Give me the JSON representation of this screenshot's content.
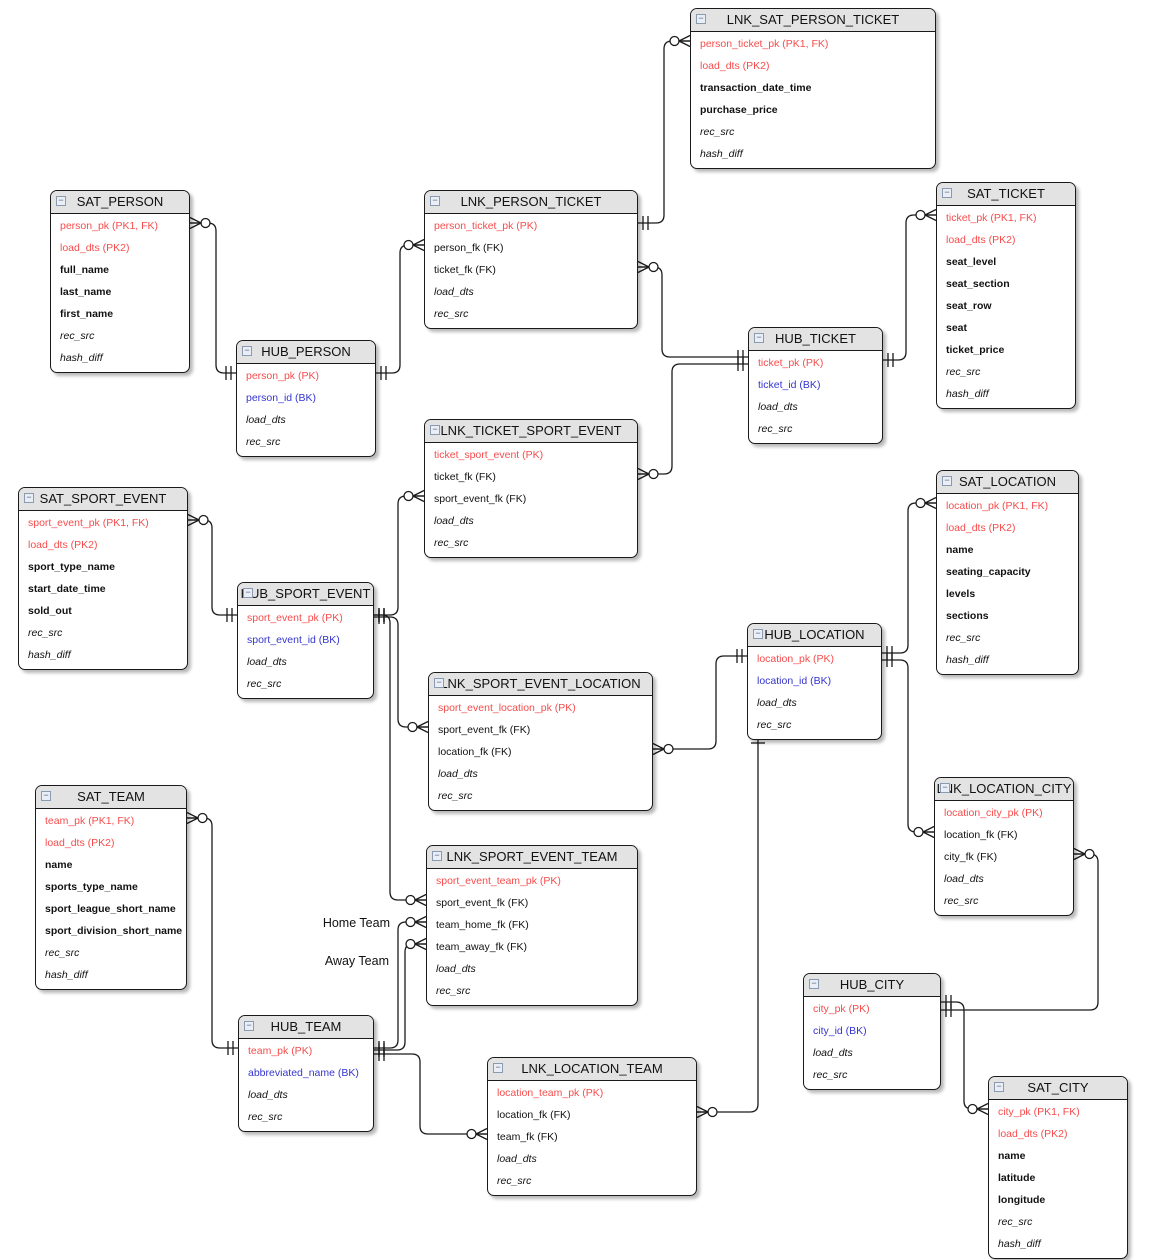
{
  "colors": {
    "pk_text": "#f74c4c",
    "bk_text": "#3535cf",
    "field_text": "#111111",
    "title_bar_bg": "#e3e3e3",
    "line": "#1a1a1a",
    "entity_bg": "#ffffff"
  },
  "icons": {
    "collapse": "−"
  },
  "relationship_labels": {
    "home_team": "Home Team",
    "away_team": "Away Team"
  },
  "entities": [
    {
      "name": "LNK_SAT_PERSON_TICKET",
      "fields": [
        {
          "text": "person_ticket_pk (PK1, FK)",
          "style": "pk"
        },
        {
          "text": "load_dts (PK2)",
          "style": "pk"
        },
        {
          "text": "transaction_date_time",
          "style": "bold"
        },
        {
          "text": "purchase_price",
          "style": "bold"
        },
        {
          "text": "rec_src",
          "style": "italic"
        },
        {
          "text": "hash_diff",
          "style": "italic"
        }
      ]
    },
    {
      "name": "SAT_PERSON",
      "fields": [
        {
          "text": "person_pk (PK1, FK)",
          "style": "pk"
        },
        {
          "text": "load_dts (PK2)",
          "style": "pk"
        },
        {
          "text": "full_name",
          "style": "bold"
        },
        {
          "text": "last_name",
          "style": "bold"
        },
        {
          "text": "first_name",
          "style": "bold"
        },
        {
          "text": "rec_src",
          "style": "italic"
        },
        {
          "text": "hash_diff",
          "style": "italic"
        }
      ]
    },
    {
      "name": "LNK_PERSON_TICKET",
      "fields": [
        {
          "text": "person_ticket_pk (PK)",
          "style": "pk"
        },
        {
          "text": "person_fk (FK)",
          "style": "plain"
        },
        {
          "text": "ticket_fk (FK)",
          "style": "plain"
        },
        {
          "text": "load_dts",
          "style": "italic"
        },
        {
          "text": "rec_src",
          "style": "italic"
        }
      ]
    },
    {
      "name": "SAT_TICKET",
      "fields": [
        {
          "text": "ticket_pk (PK1, FK)",
          "style": "pk"
        },
        {
          "text": "load_dts (PK2)",
          "style": "pk"
        },
        {
          "text": "seat_level",
          "style": "bold"
        },
        {
          "text": "seat_section",
          "style": "bold"
        },
        {
          "text": "seat_row",
          "style": "bold"
        },
        {
          "text": "seat",
          "style": "bold"
        },
        {
          "text": "ticket_price",
          "style": "bold"
        },
        {
          "text": "rec_src",
          "style": "italic"
        },
        {
          "text": "hash_diff",
          "style": "italic"
        }
      ]
    },
    {
      "name": "HUB_PERSON",
      "fields": [
        {
          "text": "person_pk (PK)",
          "style": "pk"
        },
        {
          "text": "person_id (BK)",
          "style": "bk"
        },
        {
          "text": "load_dts",
          "style": "italic"
        },
        {
          "text": "rec_src",
          "style": "italic"
        }
      ]
    },
    {
      "name": "HUB_TICKET",
      "fields": [
        {
          "text": "ticket_pk (PK)",
          "style": "pk"
        },
        {
          "text": "ticket_id (BK)",
          "style": "bk"
        },
        {
          "text": "load_dts",
          "style": "italic"
        },
        {
          "text": "rec_src",
          "style": "italic"
        }
      ]
    },
    {
      "name": "LNK_TICKET_SPORT_EVENT",
      "fields": [
        {
          "text": "ticket_sport_event (PK)",
          "style": "pk"
        },
        {
          "text": "ticket_fk (FK)",
          "style": "plain"
        },
        {
          "text": "sport_event_fk (FK)",
          "style": "plain"
        },
        {
          "text": "load_dts",
          "style": "italic"
        },
        {
          "text": "rec_src",
          "style": "italic"
        }
      ]
    },
    {
      "name": "SAT_SPORT_EVENT",
      "fields": [
        {
          "text": "sport_event_pk (PK1, FK)",
          "style": "pk"
        },
        {
          "text": "load_dts (PK2)",
          "style": "pk"
        },
        {
          "text": "sport_type_name",
          "style": "bold"
        },
        {
          "text": "start_date_time",
          "style": "bold"
        },
        {
          "text": "sold_out",
          "style": "bold"
        },
        {
          "text": "rec_src",
          "style": "italic"
        },
        {
          "text": "hash_diff",
          "style": "italic"
        }
      ]
    },
    {
      "name": "HUB_SPORT_EVENT",
      "fields": [
        {
          "text": "sport_event_pk (PK)",
          "style": "pk"
        },
        {
          "text": "sport_event_id (BK)",
          "style": "bk"
        },
        {
          "text": "load_dts",
          "style": "italic"
        },
        {
          "text": "rec_src",
          "style": "italic"
        }
      ]
    },
    {
      "name": "SAT_LOCATION",
      "fields": [
        {
          "text": "location_pk (PK1, FK)",
          "style": "pk"
        },
        {
          "text": "load_dts (PK2)",
          "style": "pk"
        },
        {
          "text": "name",
          "style": "bold"
        },
        {
          "text": "seating_capacity",
          "style": "bold"
        },
        {
          "text": "levels",
          "style": "bold"
        },
        {
          "text": "sections",
          "style": "bold"
        },
        {
          "text": "rec_src",
          "style": "italic"
        },
        {
          "text": "hash_diff",
          "style": "italic"
        }
      ]
    },
    {
      "name": "HUB_LOCATION",
      "fields": [
        {
          "text": "location_pk (PK)",
          "style": "pk"
        },
        {
          "text": "location_id (BK)",
          "style": "bk"
        },
        {
          "text": "load_dts",
          "style": "italic"
        },
        {
          "text": "rec_src",
          "style": "italic"
        }
      ]
    },
    {
      "name": "LNK_SPORT_EVENT_LOCATION",
      "fields": [
        {
          "text": "sport_event_location_pk (PK)",
          "style": "pk"
        },
        {
          "text": "sport_event_fk (FK)",
          "style": "plain"
        },
        {
          "text": "location_fk (FK)",
          "style": "plain"
        },
        {
          "text": "load_dts",
          "style": "italic"
        },
        {
          "text": "rec_src",
          "style": "italic"
        }
      ]
    },
    {
      "name": "SAT_TEAM",
      "fields": [
        {
          "text": "team_pk (PK1, FK)",
          "style": "pk"
        },
        {
          "text": "load_dts (PK2)",
          "style": "pk"
        },
        {
          "text": "name",
          "style": "bold"
        },
        {
          "text": "sports_type_name",
          "style": "bold"
        },
        {
          "text": "sport_league_short_name",
          "style": "bold"
        },
        {
          "text": "sport_division_short_name",
          "style": "bold"
        },
        {
          "text": "rec_src",
          "style": "italic"
        },
        {
          "text": "hash_diff",
          "style": "italic"
        }
      ]
    },
    {
      "name": "LNK_SPORT_EVENT_TEAM",
      "fields": [
        {
          "text": "sport_event_team_pk (PK)",
          "style": "pk"
        },
        {
          "text": "sport_event_fk (FK)",
          "style": "plain"
        },
        {
          "text": "team_home_fk (FK)",
          "style": "plain"
        },
        {
          "text": "team_away_fk (FK)",
          "style": "plain"
        },
        {
          "text": "load_dts",
          "style": "italic"
        },
        {
          "text": "rec_src",
          "style": "italic"
        }
      ]
    },
    {
      "name": "LNK_LOCATION_CITY",
      "fields": [
        {
          "text": "location_city_pk (PK)",
          "style": "pk"
        },
        {
          "text": "location_fk (FK)",
          "style": "plain"
        },
        {
          "text": "city_fk (FK)",
          "style": "plain"
        },
        {
          "text": "load_dts",
          "style": "italic"
        },
        {
          "text": "rec_src",
          "style": "italic"
        }
      ]
    },
    {
      "name": "HUB_CITY",
      "fields": [
        {
          "text": "city_pk (PK)",
          "style": "pk"
        },
        {
          "text": "city_id (BK)",
          "style": "bk"
        },
        {
          "text": "load_dts",
          "style": "italic"
        },
        {
          "text": "rec_src",
          "style": "italic"
        }
      ]
    },
    {
      "name": "HUB_TEAM",
      "fields": [
        {
          "text": "team_pk (PK)",
          "style": "pk"
        },
        {
          "text": "abbreviated_name (BK)",
          "style": "bk"
        },
        {
          "text": "load_dts",
          "style": "italic"
        },
        {
          "text": "rec_src",
          "style": "italic"
        }
      ]
    },
    {
      "name": "LNK_LOCATION_TEAM",
      "fields": [
        {
          "text": "location_team_pk (PK)",
          "style": "pk"
        },
        {
          "text": "location_fk (FK)",
          "style": "plain"
        },
        {
          "text": "team_fk (FK)",
          "style": "plain"
        },
        {
          "text": "load_dts",
          "style": "italic"
        },
        {
          "text": "rec_src",
          "style": "italic"
        }
      ]
    },
    {
      "name": "SAT_CITY",
      "fields": [
        {
          "text": "city_pk (PK1, FK)",
          "style": "pk"
        },
        {
          "text": "load_dts (PK2)",
          "style": "pk"
        },
        {
          "text": "name",
          "style": "bold"
        },
        {
          "text": "latitude",
          "style": "bold"
        },
        {
          "text": "longitude",
          "style": "bold"
        },
        {
          "text": "rec_src",
          "style": "italic"
        },
        {
          "text": "hash_diff",
          "style": "italic"
        }
      ]
    }
  ]
}
